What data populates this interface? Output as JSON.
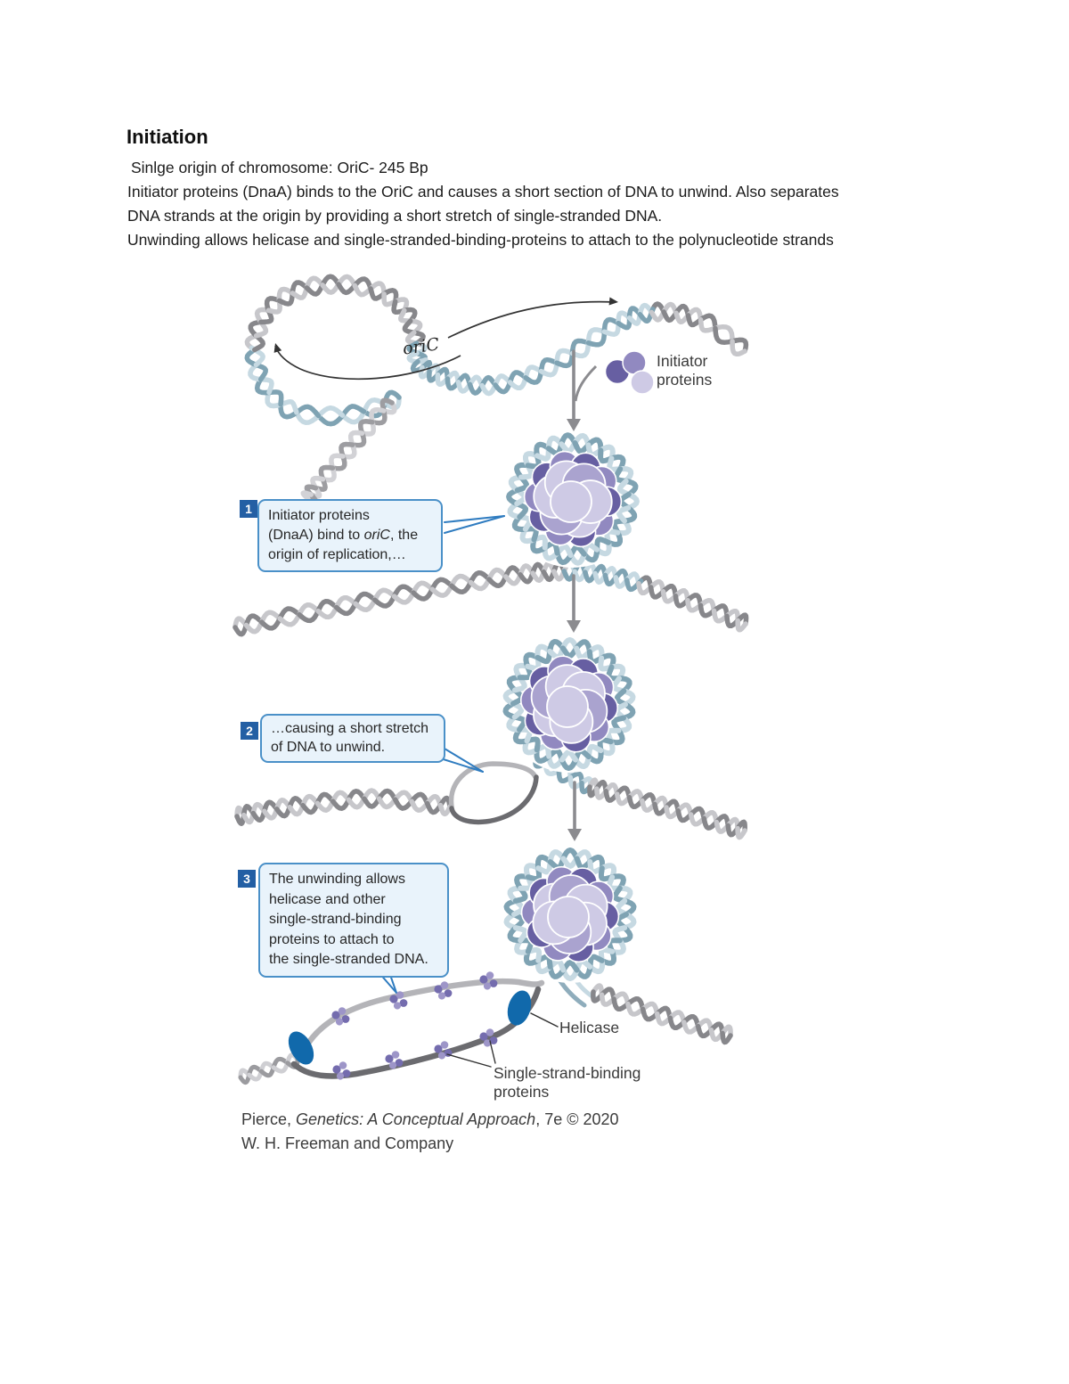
{
  "page": {
    "heading": "Initiation",
    "intro_lines": [
      "Sinlge origin of chromosome: OriC- 245 Bp",
      "Initiator proteins (DnaA) binds to the OriC and causes a short section of DNA to unwind. Also separates",
      "DNA strands at the origin by providing a short stretch of single-stranded DNA.",
      "Unwinding allows helicase and single-stranded-binding-proteins to attach to the polynucleotide strands"
    ]
  },
  "figure": {
    "labels": {
      "oric": "oriC",
      "initiator_proteins": "Initiator proteins",
      "helicase": "Helicase",
      "ssb": "Single-strand-binding proteins"
    },
    "callout1": {
      "num": "1",
      "line1": "Initiator proteins",
      "line2a": "(DnaA) bind to ",
      "line2b": "oriC",
      "line2c": ", the",
      "line3": "origin of replication,…"
    },
    "callout2": {
      "num": "2",
      "line1": "…causing a short stretch",
      "line2": "of DNA to unwind."
    },
    "callout3": {
      "num": "3",
      "line1": "The unwinding allows",
      "line2": "helicase and other",
      "line3": "single-strand-binding",
      "line4": "proteins to attach to",
      "line5": "the single-stranded DNA."
    },
    "citation": {
      "pre": "Pierce, ",
      "italic": "Genetics: A Conceptual Approach",
      "post": ", 7e © 2020",
      "line2": "W. H. Freeman and Company"
    },
    "colors": {
      "dna_gray_dark": "#87878b",
      "dna_gray_light": "#c7c7cb",
      "dna_blue_dark": "#7fa3b3",
      "dna_blue_light": "#c6d9e2",
      "protein_dark": "#675fa2",
      "protein_mid": "#9189c0",
      "protein_mid2": "#aaa3cf",
      "protein_light": "#cecae5",
      "helicase_blue": "#1169ab",
      "ssb_purple": "#746cae",
      "ssb_purple_light": "#9d95c8",
      "arrow_gray": "#8b8b8f",
      "strand_light": "#b4b4b8",
      "strand_dark": "#6b6b6f",
      "pointer_blue": "#2f7cc0",
      "annotation": "#333333"
    }
  }
}
